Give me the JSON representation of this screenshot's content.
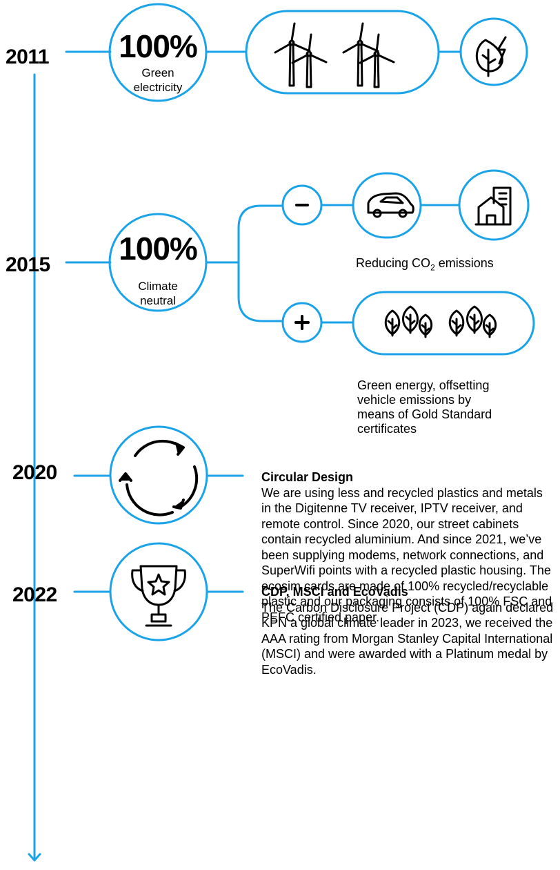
{
  "timeline": [
    {
      "year": "2011",
      "stat": "100%",
      "label_line1": "Green",
      "label_line2": "electricity"
    },
    {
      "year": "2015",
      "stat": "100%",
      "label_line1": "Climate",
      "label_line2": "neutral",
      "reduce_caption_pre": "Reducing CO",
      "reduce_caption_sub": "2",
      "reduce_caption_post": " emissions",
      "offset_caption": [
        "Green energy, offsetting",
        "vehicle emissions by",
        "means of Gold Standard",
        "certificates"
      ]
    },
    {
      "year": "2020",
      "heading": "Circular Design",
      "text": "We are using less and recycled plastics and metals in the Digitenne TV receiver, IPTV receiver, and remote control. Since 2020, our street cabinets contain recycled aluminium. And since 2021, we’ve been supplying modems, network connections, and SuperWifi points with a recycled plastic housing. The ecosim cards are made of 100% recycled/recyclable plastic and our packaging consists of 100% FSC and PEFC certified paper."
    },
    {
      "year": "2022",
      "heading": "CDP, MSCI and EcoVadis",
      "text": "The Carbon Disclosure Project (CDP) again declared KPN a global climate leader in 2023, we received the AAA rating from Morgan Stanley Capital International (MSCI) and were awarded with a Platinum medal by EcoVadis."
    }
  ],
  "icons": [
    "wind-turbines-icon",
    "leaf-lightning-icon",
    "minus-icon",
    "car-icon",
    "buildings-icon",
    "plus-icon",
    "trees-icon",
    "circular-arrows-icon",
    "trophy-star-icon",
    "arrow-down-icon"
  ],
  "colors": {
    "line": "#1aa3e8",
    "text": "#000000"
  }
}
